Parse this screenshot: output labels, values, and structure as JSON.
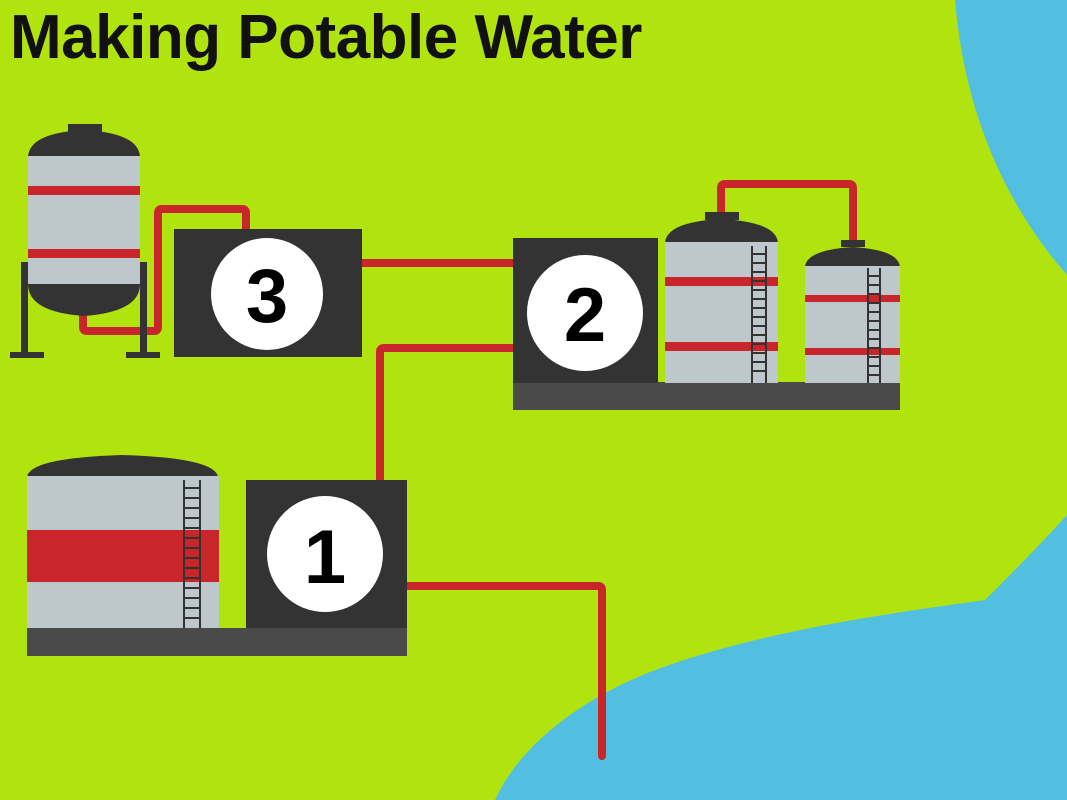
{
  "title": "Making Potable Water",
  "stages": [
    {
      "label": "1"
    },
    {
      "label": "2"
    },
    {
      "label": "3"
    }
  ],
  "colors": {
    "background": "#b1e30f",
    "water": "#53bfe0",
    "pipe": "#c9262c",
    "tank_body": "#bdc7cc",
    "tank_dark": "#3a3a3a",
    "box": "#333333",
    "base": "#4a4a4a"
  }
}
